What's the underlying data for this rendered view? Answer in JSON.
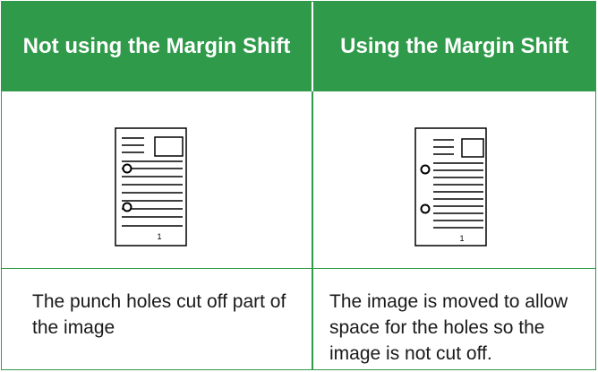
{
  "table": {
    "header_left": "Not using the Margin Shift",
    "header_right": "Using the Margin Shift",
    "desc_left": "The punch holes cut off part of the image",
    "desc_right": "The image is moved to allow space for the holes so the image is not cut off.",
    "page_number_left": "1",
    "page_number_right": "1"
  },
  "colors": {
    "accent": "#2f9a4a",
    "header_text": "#ffffff"
  }
}
